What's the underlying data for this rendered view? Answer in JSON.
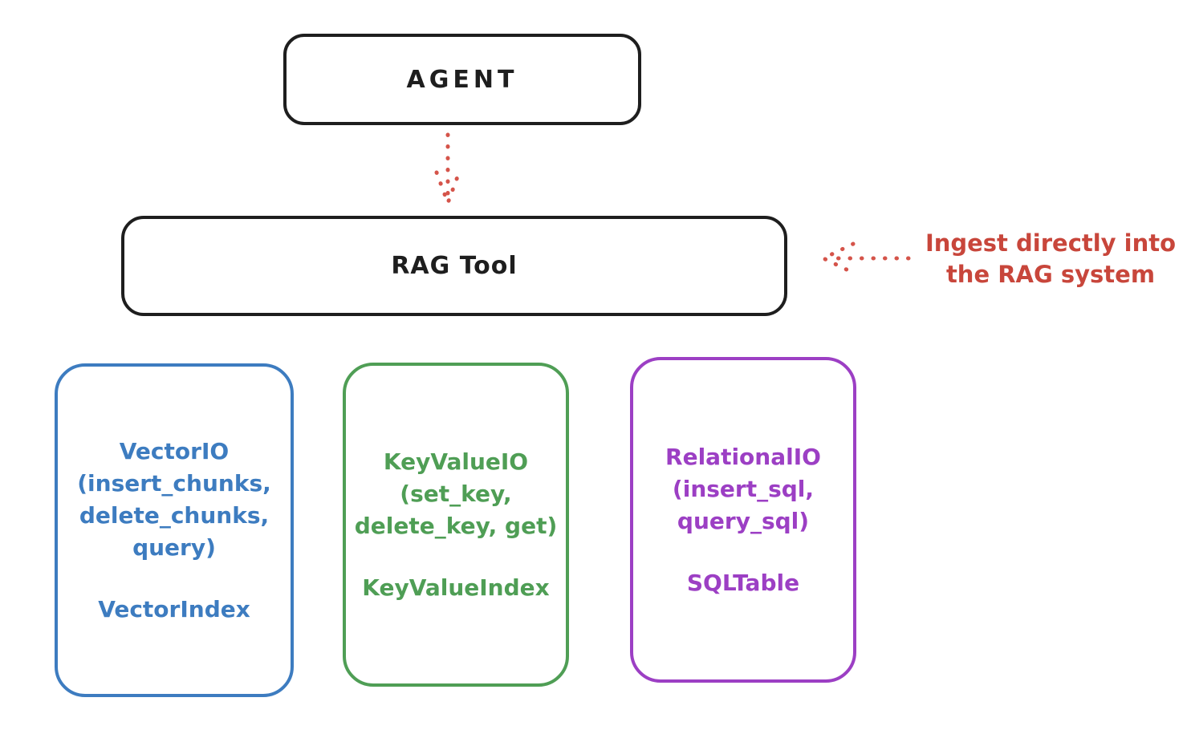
{
  "diagram": {
    "agent": {
      "label": "AGENT"
    },
    "rag_tool": {
      "label": "RAG Tool"
    },
    "annotation": {
      "line1": "Ingest directly into",
      "line2": "the RAG system"
    },
    "arrows": [
      {
        "name": "agent-to-rag-tool",
        "style": "dotted",
        "color": "#d5544a",
        "direction": "down"
      },
      {
        "name": "annotation-to-rag-tool",
        "style": "dotted",
        "color": "#d5544a",
        "direction": "left"
      }
    ],
    "backends": [
      {
        "name": "VectorIO",
        "color": "#3d7cc0",
        "lines": [
          "VectorIO",
          "(insert_chunks,",
          "delete_chunks,",
          "query)"
        ],
        "index": "VectorIndex"
      },
      {
        "name": "KeyValueIO",
        "color": "#4f9e55",
        "lines": [
          "KeyValueIO",
          "(set_key,",
          "delete_key, get)"
        ],
        "index": "KeyValueIndex"
      },
      {
        "name": "RelationalIO",
        "color": "#9c3fc4",
        "lines": [
          "RelationalIO",
          "(insert_sql,",
          "query_sql)"
        ],
        "index": "SQLTable"
      }
    ],
    "colors": {
      "ink": "#1e1e1e",
      "red": "#c8463b",
      "blue": "#3d7cc0",
      "green": "#4f9e55",
      "purple": "#9c3fc4",
      "background": "#ffffff"
    }
  }
}
